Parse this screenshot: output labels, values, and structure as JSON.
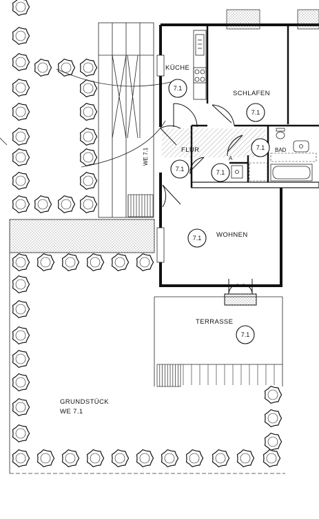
{
  "rooms": {
    "kueche": "KÜCHE",
    "schlafen": "SCHLAFEN",
    "bad": "BAD",
    "flur": "FLUR",
    "abstell": "A",
    "wohnen": "WOHNEN",
    "terrasse": "TERRASSE"
  },
  "unit_tag": "7.1",
  "entrance_label": "WE 7.1",
  "grundstueck": {
    "line1": "GRUNDSTÜCK",
    "line2": "WE 7.1"
  }
}
